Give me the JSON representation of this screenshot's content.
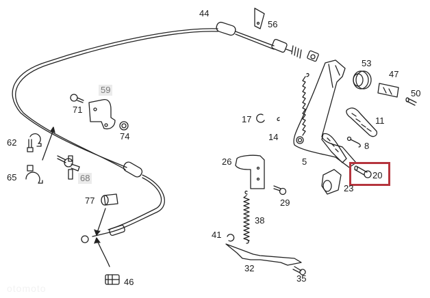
{
  "diagram": {
    "title": "Accelerator pedal / throttle cable assembly",
    "highlight_color": "#b5343d",
    "highlighted_part": "20",
    "watermark": "otomoto",
    "parts": [
      {
        "id": "44",
        "label": "44",
        "name": "throttle-cable",
        "style": "normal"
      },
      {
        "id": "56",
        "label": "56",
        "name": "bracket-clip",
        "style": "normal"
      },
      {
        "id": "53",
        "label": "53",
        "name": "bushing",
        "style": "normal"
      },
      {
        "id": "47",
        "label": "47",
        "name": "clip-holder",
        "style": "normal"
      },
      {
        "id": "50",
        "label": "50",
        "name": "pin",
        "style": "normal"
      },
      {
        "id": "59",
        "label": "59",
        "name": "mounting-bracket",
        "style": "gray"
      },
      {
        "id": "71",
        "label": "71",
        "name": "bolt",
        "style": "normal"
      },
      {
        "id": "74",
        "label": "74",
        "name": "nut",
        "style": "normal"
      },
      {
        "id": "17",
        "label": "17",
        "name": "circlip",
        "style": "normal"
      },
      {
        "id": "14",
        "label": "14",
        "name": "return-spring",
        "style": "normal"
      },
      {
        "id": "11",
        "label": "11",
        "name": "pedal-pad",
        "style": "normal"
      },
      {
        "id": "8",
        "label": "8",
        "name": "retaining-clip",
        "style": "normal"
      },
      {
        "id": "62",
        "label": "62",
        "name": "cable-clamp",
        "style": "normal"
      },
      {
        "id": "65",
        "label": "65",
        "name": "cable-clamp-lower",
        "style": "normal"
      },
      {
        "id": "68",
        "label": "68",
        "name": "hose-connector",
        "style": "gray"
      },
      {
        "id": "26",
        "label": "26",
        "name": "pedal-bracket",
        "style": "normal"
      },
      {
        "id": "5",
        "label": "5",
        "name": "pedal-lever",
        "style": "normal"
      },
      {
        "id": "20",
        "label": "20",
        "name": "stop-bolt",
        "style": "highlight"
      },
      {
        "id": "23",
        "label": "23",
        "name": "stop-buffer",
        "style": "normal"
      },
      {
        "id": "29",
        "label": "29",
        "name": "screw",
        "style": "normal"
      },
      {
        "id": "77",
        "label": "77",
        "name": "grommet",
        "style": "normal"
      },
      {
        "id": "38",
        "label": "38",
        "name": "tension-spring",
        "style": "normal"
      },
      {
        "id": "41",
        "label": "41",
        "name": "spring-clip",
        "style": "normal"
      },
      {
        "id": "32",
        "label": "32",
        "name": "linkage-lever",
        "style": "normal"
      },
      {
        "id": "35",
        "label": "35",
        "name": "pivot-bolt",
        "style": "normal"
      },
      {
        "id": "46",
        "label": "46",
        "name": "cable-end-block",
        "style": "normal"
      }
    ]
  }
}
